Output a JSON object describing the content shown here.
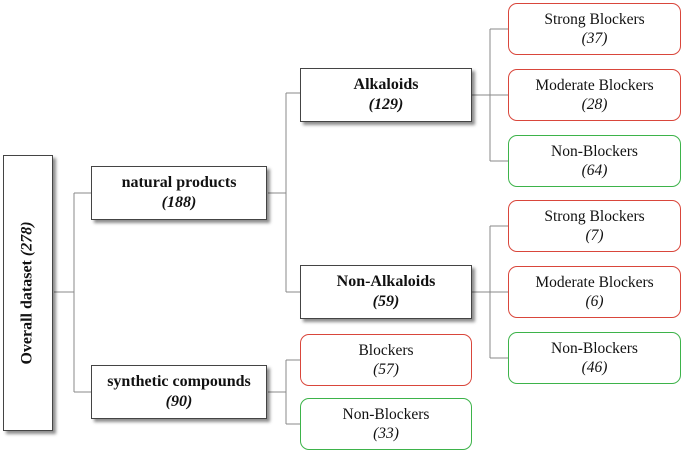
{
  "root": {
    "label": "Overall dataset",
    "count": "(278)"
  },
  "natural": {
    "label": "natural products",
    "count": "(188)"
  },
  "synthetic": {
    "label": "synthetic compounds",
    "count": "(90)"
  },
  "alkaloids": {
    "label": "Alkaloids",
    "count": "(129)"
  },
  "non_alkaloids": {
    "label": "Non-Alkaloids",
    "count": "(59)"
  },
  "alk_strong": {
    "label": "Strong Blockers",
    "count": "(37)",
    "color": "#d9463b"
  },
  "alk_moderate": {
    "label": "Moderate Blockers",
    "count": "(28)",
    "color": "#d9463b"
  },
  "alk_non": {
    "label": "Non-Blockers",
    "count": "(64)",
    "color": "#3db34a"
  },
  "nonalk_strong": {
    "label": "Strong Blockers",
    "count": "(7)",
    "color": "#d9463b"
  },
  "nonalk_moderate": {
    "label": "Moderate Blockers",
    "count": "(6)",
    "color": "#d9463b"
  },
  "nonalk_non": {
    "label": "Non-Blockers",
    "count": "(46)",
    "color": "#3db34a"
  },
  "syn_blockers": {
    "label": "Blockers",
    "count": "(57)",
    "color": "#d9463b"
  },
  "syn_non": {
    "label": "Non-Blockers",
    "count": "(33)",
    "color": "#3db34a"
  }
}
